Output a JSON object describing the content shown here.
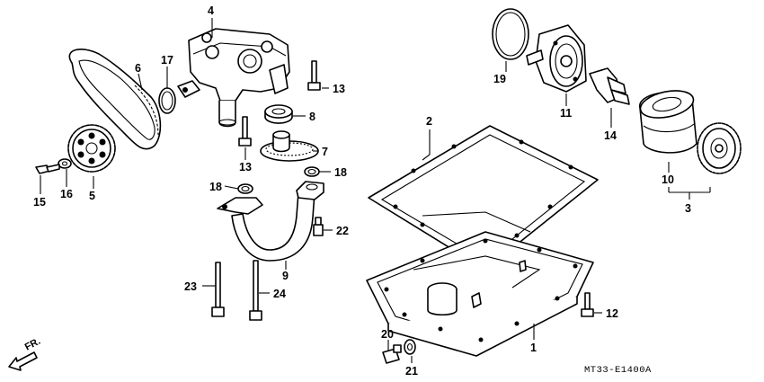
{
  "callouts": {
    "c1": "1",
    "c2": "2",
    "c3": "3",
    "c4": "4",
    "c5": "5",
    "c6": "6",
    "c7": "7",
    "c8": "8",
    "c9": "9",
    "c10": "10",
    "c11": "11",
    "c12": "12",
    "c13a": "13",
    "c13b": "13",
    "c14": "14",
    "c15": "15",
    "c16": "16",
    "c17": "17",
    "c18a": "18",
    "c18b": "18",
    "c19": "19",
    "c20": "20",
    "c21": "21",
    "c22": "22",
    "c23": "23",
    "c24": "24"
  },
  "direction_label": "FR.",
  "diagram_code": "MT33-E1400A"
}
